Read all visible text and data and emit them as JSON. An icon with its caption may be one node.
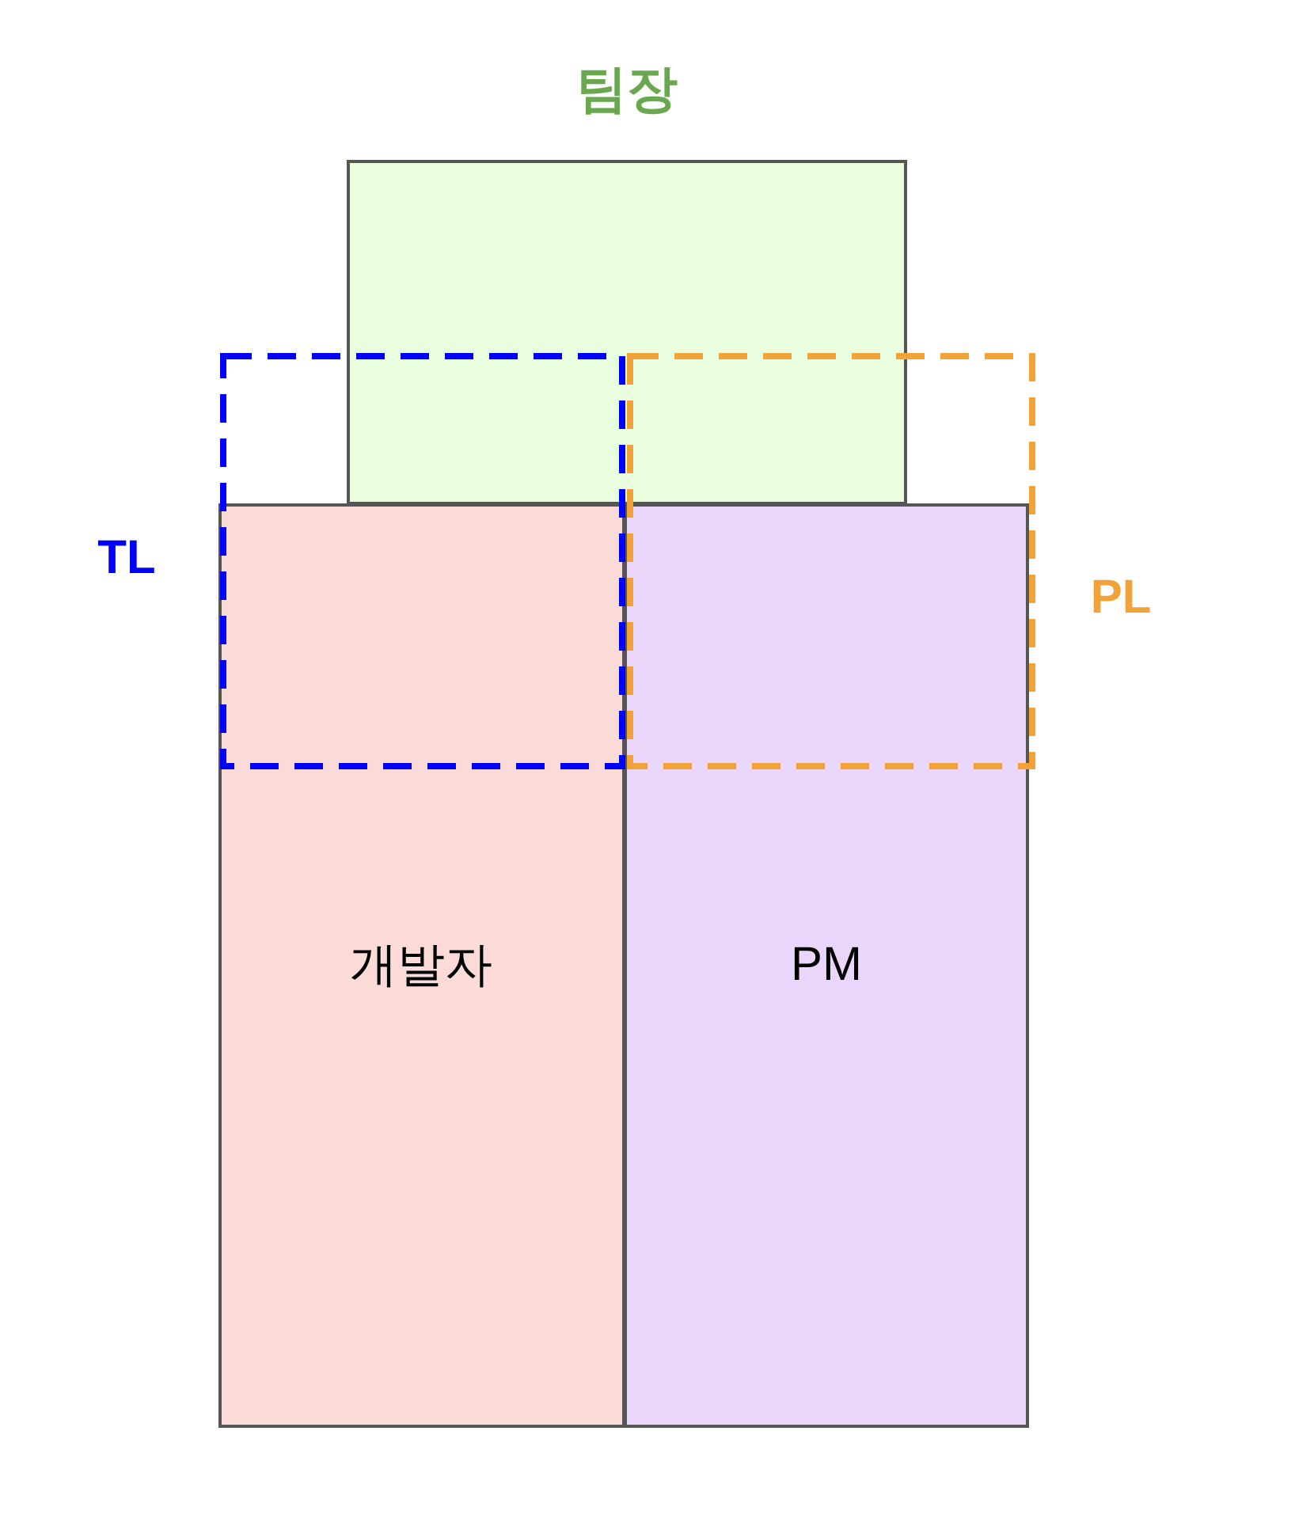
{
  "diagram": {
    "nodes": [
      {
        "text": [
          "팀장"
        ]
      },
      {
        "text": [
          "TL"
        ]
      },
      {
        "text": [
          "PL"
        ]
      },
      {
        "text": [
          "개발자"
        ]
      },
      {
        "text": [
          "PM"
        ]
      }
    ]
  }
}
